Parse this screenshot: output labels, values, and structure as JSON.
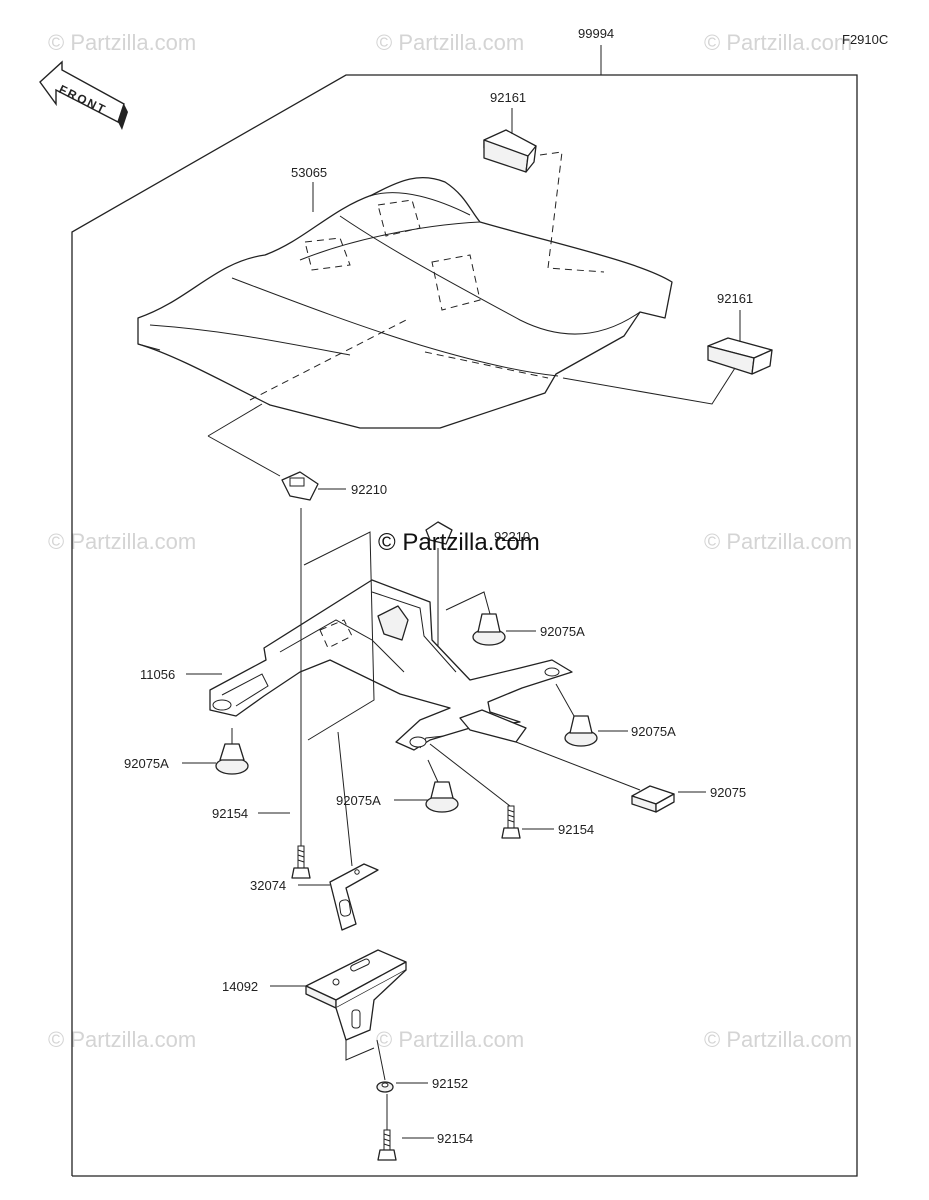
{
  "diagram_code": "F2910C",
  "front_arrow": {
    "label": "FRONT",
    "icon": "front-direction-arrow-icon"
  },
  "watermark": "© Partzilla.com",
  "callouts": {
    "assembly_99994": "99994",
    "part_53065": "53065",
    "part_92161_a": "92161",
    "part_92161_b": "92161",
    "part_92210_a": "92210",
    "part_92210_b": "92210",
    "part_92075A_a": "92075A",
    "part_92075A_b": "92075A",
    "part_92075A_c": "92075A",
    "part_92075A_d": "92075A",
    "part_92075": "92075",
    "part_11056": "11056",
    "part_92154_a": "92154",
    "part_92154_b": "92154",
    "part_92154_c": "92154",
    "part_32074": "32074",
    "part_14092": "14092",
    "part_92152": "92152"
  }
}
